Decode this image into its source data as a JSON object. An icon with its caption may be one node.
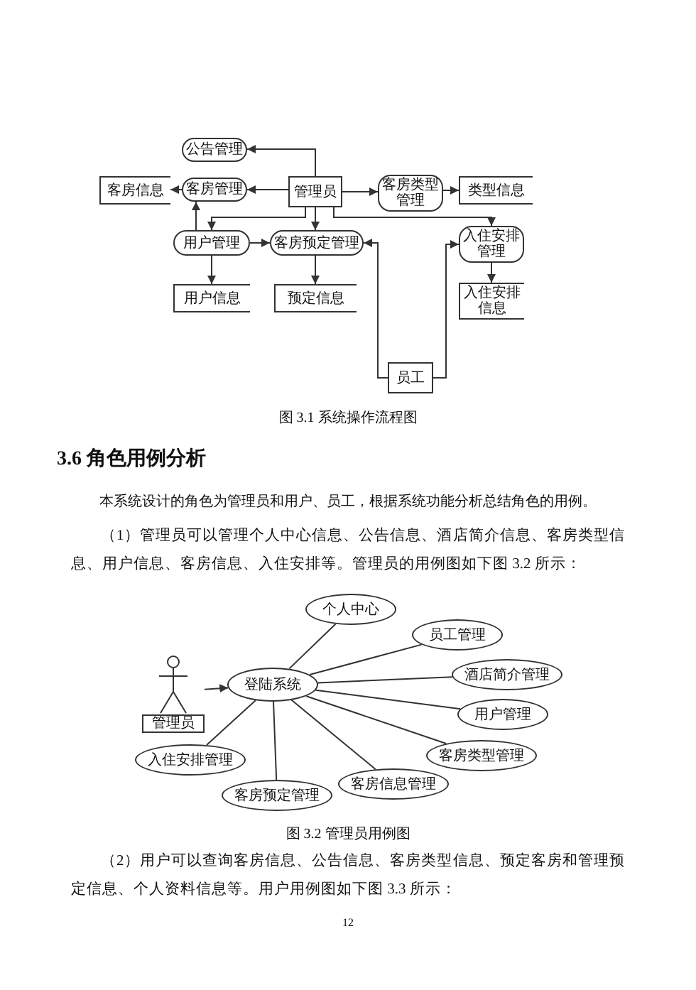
{
  "diagram": {
    "nodes": [
      {
        "text": [
          "公告管理"
        ]
      },
      {
        "text": [
          "客房信息"
        ]
      },
      {
        "text": [
          "客房管理"
        ]
      },
      {
        "text": [
          "管理员"
        ]
      },
      {
        "text": [
          "客房类型管理"
        ]
      },
      {
        "text": [
          "类型信息"
        ]
      },
      {
        "text": [
          "用户管理"
        ]
      },
      {
        "text": [
          "客房预定管理"
        ]
      },
      {
        "text": [
          "入住安排管理"
        ]
      },
      {
        "text": [
          "用户信息"
        ]
      },
      {
        "text": [
          "预定信息"
        ]
      },
      {
        "text": [
          "入住安排信息"
        ]
      },
      {
        "text": [
          "员工"
        ]
      },
      {
        "text": [
          "管理员"
        ]
      },
      {
        "text": [
          "登陆系统"
        ]
      },
      {
        "text": [
          "个人中心"
        ]
      },
      {
        "text": [
          "员工管理"
        ]
      },
      {
        "text": [
          "酒店简介管理"
        ]
      },
      {
        "text": [
          "用户管理"
        ]
      },
      {
        "text": [
          "客房类型管理"
        ]
      },
      {
        "text": [
          "客房信息管理"
        ]
      },
      {
        "text": [
          "客房预定管理"
        ]
      },
      {
        "text": [
          "入住安排管理"
        ]
      }
    ],
    "edges": [
      {
        "from": 3,
        "to": 0,
        "arrow": "to"
      },
      {
        "from": 3,
        "to": 2,
        "arrow": "to"
      },
      {
        "from": 2,
        "to": 1,
        "arrow": "to"
      },
      {
        "from": 3,
        "to": 4,
        "arrow": "to"
      },
      {
        "from": 4,
        "to": 5,
        "arrow": "to"
      },
      {
        "from": 3,
        "to": 6,
        "arrow": "to"
      },
      {
        "from": 3,
        "to": 7,
        "arrow": "to"
      },
      {
        "from": 3,
        "to": 8,
        "arrow": "to"
      },
      {
        "from": 6,
        "to": 2,
        "arrow": "to"
      },
      {
        "from": 6,
        "to": 7,
        "arrow": "to"
      },
      {
        "from": 6,
        "to": 9,
        "arrow": "to"
      },
      {
        "from": 7,
        "to": 10,
        "arrow": "to"
      },
      {
        "from": 8,
        "to": 11,
        "arrow": "to"
      },
      {
        "from": 12,
        "to": 7,
        "arrow": "to"
      },
      {
        "from": 12,
        "to": 8,
        "arrow": "to"
      },
      {
        "from": 13,
        "to": 14,
        "arrow": "to"
      },
      {
        "from": 14,
        "to": 15,
        "arrow": "none"
      },
      {
        "from": 14,
        "to": 16,
        "arrow": "none"
      },
      {
        "from": 14,
        "to": 17,
        "arrow": "none"
      },
      {
        "from": 14,
        "to": 18,
        "arrow": "none"
      },
      {
        "from": 14,
        "to": 19,
        "arrow": "none"
      },
      {
        "from": 14,
        "to": 20,
        "arrow": "none"
      },
      {
        "from": 14,
        "to": 21,
        "arrow": "none"
      },
      {
        "from": 14,
        "to": 22,
        "arrow": "none"
      }
    ],
    "labels": [
      "图 3.1 系统操作流程图",
      "3.6 角色用例分析",
      "本系统设计的角色为管理员和用户、员工，根据系统功能分析总结角色的用例。",
      "（1）管理员可以管理个人中心信息、公告信息、酒店简介信息、客房类型信息、用户信息、客房信息、入住安排等。管理员的用例图如下图 3.2 所示：",
      "图 3.2 管理员用例图",
      "（2）用户可以查询客房信息、公告信息、客房类型信息、预定客房和管理预定信息、个人资料信息等。用户用例图如下图 3.3 所示：",
      "12"
    ]
  }
}
